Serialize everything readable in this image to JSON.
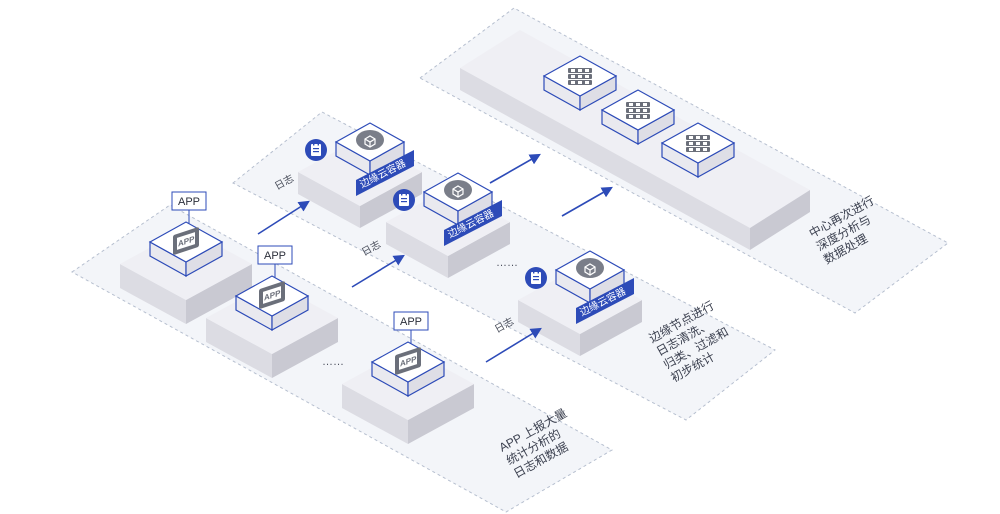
{
  "zones": {
    "app": {
      "caption": [
        "APP 上报大量",
        "统计分析的",
        "日志和数据"
      ]
    },
    "edge": {
      "caption": [
        "边缘节点进行",
        "日志清洗、",
        "归类、过滤和",
        "初步统计"
      ]
    },
    "center": {
      "caption": [
        "中心再次进行",
        "深度分析与",
        "数据处理"
      ]
    }
  },
  "app_nodes": [
    {
      "tag": "APP",
      "icon": "app-icon"
    },
    {
      "tag": "APP",
      "icon": "app-icon"
    },
    {
      "tag": "APP",
      "icon": "app-icon"
    }
  ],
  "edge_nodes": [
    {
      "label": "边缘云容器",
      "icon": "cloud-box-icon",
      "doc_icon": "document-icon"
    },
    {
      "label": "边缘云容器",
      "icon": "cloud-box-icon",
      "doc_icon": "document-icon"
    },
    {
      "label": "边缘云容器",
      "icon": "cloud-box-icon",
      "doc_icon": "document-icon"
    }
  ],
  "server_nodes": [
    {
      "icon": "server-icon"
    },
    {
      "icon": "server-icon"
    },
    {
      "icon": "server-icon"
    }
  ],
  "flows": {
    "log_label": "日志",
    "ellipsis": "……"
  },
  "colors": {
    "accent": "#2d4bb8",
    "zone_border": "#b6bfcf",
    "zone_fill": "#f3f5f9",
    "platform_top": "#efeff4",
    "platform_left": "#dcdce3",
    "platform_right": "#c9c9d2"
  }
}
